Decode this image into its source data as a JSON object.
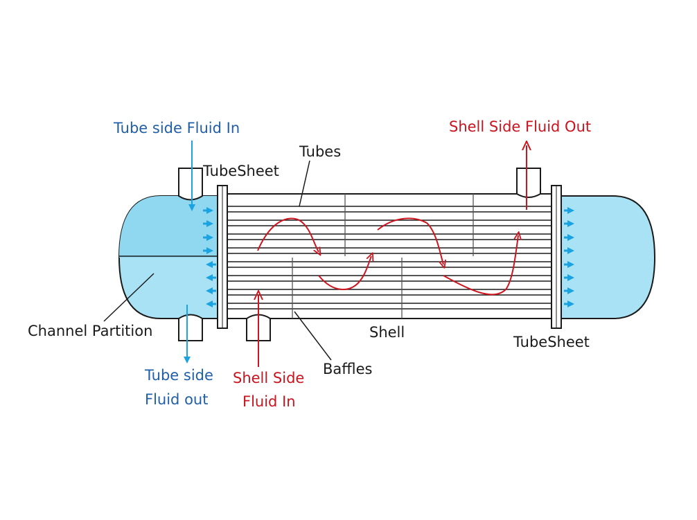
{
  "labels": {
    "tube_side_fluid_in": "Tube side Fluid In",
    "shell_side_fluid_out": "Shell Side Fluid Out",
    "tubesheet_left": "TubeSheet",
    "tubesheet_right": "TubeSheet",
    "tubes": "Tubes",
    "channel_partition": "Channel Partition",
    "shell": "Shell",
    "baffles": "Baffles",
    "tube_side_fluid_out_line1": "Tube side",
    "tube_side_fluid_out_line2": "Fluid out",
    "shell_side_fluid_in_line1": "Shell Side",
    "shell_side_fluid_in_line2": "Fluid In"
  },
  "colors": {
    "tube_fluid": "#1aa3e0",
    "tube_fluid_text": "#1f5fa8",
    "shell_fluid": "#d0141e",
    "channel_fill": "#a8e2f4",
    "outline": "#1a1a1a"
  }
}
